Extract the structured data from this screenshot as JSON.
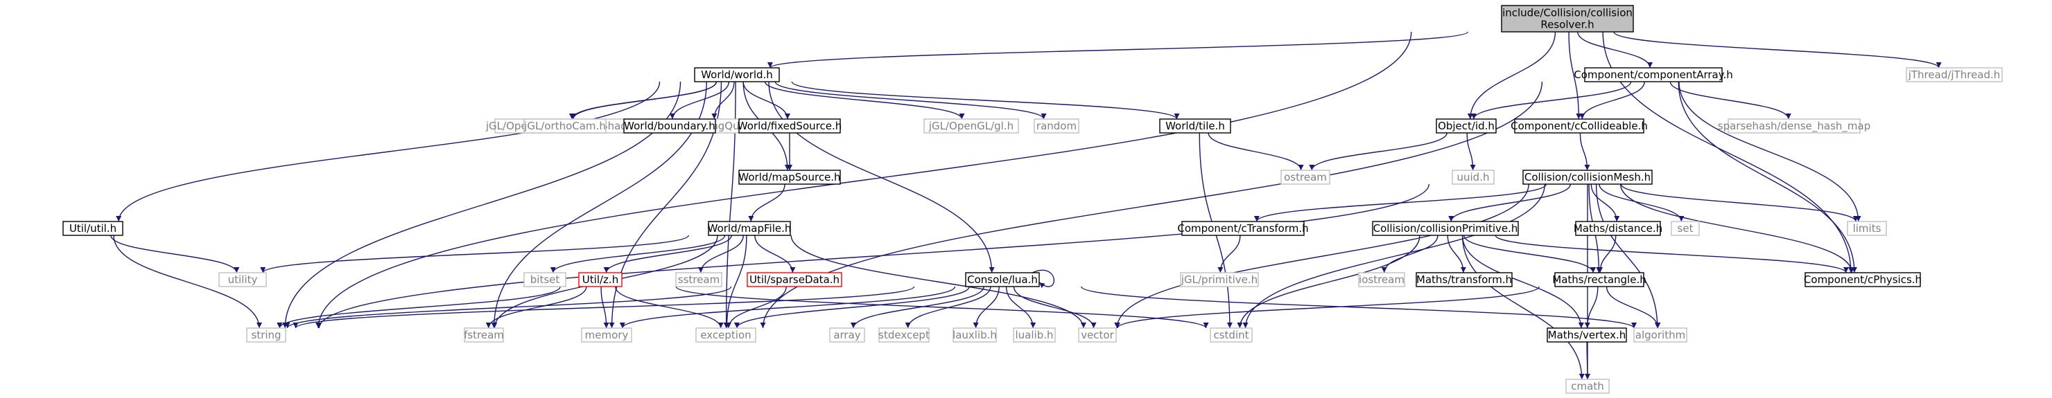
{
  "colors": {
    "edge": "#191970",
    "root_fill": "#bfbfbf",
    "root_border": "#000000",
    "documented_border": "#000000",
    "external_border": "#bfbfbf",
    "external_text": "#808080",
    "incomplete_border": "#ff0000",
    "text": "#000000"
  },
  "nodes": [
    {
      "id": "root",
      "lines": [
        "include/Collision/collision",
        "Resolver.h"
      ],
      "kind": "root"
    },
    {
      "id": "world",
      "lines": [
        "World/world.h"
      ],
      "kind": "documented"
    },
    {
      "id": "componentArray",
      "lines": [
        "Component/componentArray.h"
      ],
      "kind": "documented"
    },
    {
      "id": "jThread",
      "lines": [
        "jThread/jThread.h"
      ],
      "kind": "external"
    },
    {
      "id": "glShader",
      "lines": [
        "jGL/OpenGL/Shader/glShader.h"
      ],
      "kind": "external"
    },
    {
      "id": "marchingQuad",
      "lines": [
        "Shader/marchingQuad.shader"
      ],
      "kind": "external"
    },
    {
      "id": "orthoCam",
      "lines": [
        "jGL/orthoCam.h"
      ],
      "kind": "external"
    },
    {
      "id": "boundary",
      "lines": [
        "World/boundary.h"
      ],
      "kind": "documented"
    },
    {
      "id": "fixedSource",
      "lines": [
        "World/fixedSource.h"
      ],
      "kind": "documented"
    },
    {
      "id": "jglgl",
      "lines": [
        "jGL/OpenGL/gl.h"
      ],
      "kind": "external"
    },
    {
      "id": "random",
      "lines": [
        "random"
      ],
      "kind": "external"
    },
    {
      "id": "tile",
      "lines": [
        "World/tile.h"
      ],
      "kind": "documented"
    },
    {
      "id": "objectId",
      "lines": [
        "Object/id.h"
      ],
      "kind": "documented"
    },
    {
      "id": "cCollideable",
      "lines": [
        "Component/cCollideable.h"
      ],
      "kind": "documented"
    },
    {
      "id": "sparsehash",
      "lines": [
        "sparsehash/dense_hash_map"
      ],
      "kind": "external"
    },
    {
      "id": "mapSource",
      "lines": [
        "World/mapSource.h"
      ],
      "kind": "documented"
    },
    {
      "id": "ostream",
      "lines": [
        "ostream"
      ],
      "kind": "external"
    },
    {
      "id": "uuid",
      "lines": [
        "uuid.h"
      ],
      "kind": "external"
    },
    {
      "id": "collisionMesh",
      "lines": [
        "Collision/collisionMesh.h"
      ],
      "kind": "documented"
    },
    {
      "id": "util",
      "lines": [
        "Util/util.h"
      ],
      "kind": "documented"
    },
    {
      "id": "mapFile",
      "lines": [
        "World/mapFile.h"
      ],
      "kind": "documented"
    },
    {
      "id": "cTransform",
      "lines": [
        "Component/cTransform.h"
      ],
      "kind": "documented"
    },
    {
      "id": "collisionPrimitive",
      "lines": [
        "Collision/collisionPrimitive.h"
      ],
      "kind": "documented"
    },
    {
      "id": "distance",
      "lines": [
        "Maths/distance.h"
      ],
      "kind": "documented"
    },
    {
      "id": "set",
      "lines": [
        "set"
      ],
      "kind": "external"
    },
    {
      "id": "limits",
      "lines": [
        "limits"
      ],
      "kind": "external"
    },
    {
      "id": "cPhysics",
      "lines": [
        "Component/cPhysics.h"
      ],
      "kind": "documented"
    },
    {
      "id": "utility",
      "lines": [
        "utility"
      ],
      "kind": "external"
    },
    {
      "id": "bitset",
      "lines": [
        "bitset"
      ],
      "kind": "external"
    },
    {
      "id": "utilz",
      "lines": [
        "Util/z.h"
      ],
      "kind": "incomplete"
    },
    {
      "id": "sstream",
      "lines": [
        "sstream"
      ],
      "kind": "external"
    },
    {
      "id": "sparseData",
      "lines": [
        "Util/sparseData.h"
      ],
      "kind": "incomplete"
    },
    {
      "id": "lua",
      "lines": [
        "Console/lua.h"
      ],
      "kind": "documented"
    },
    {
      "id": "primitive",
      "lines": [
        "jGL/primitive.h"
      ],
      "kind": "external"
    },
    {
      "id": "iostream",
      "lines": [
        "iostream"
      ],
      "kind": "external"
    },
    {
      "id": "transform",
      "lines": [
        "Maths/transform.h"
      ],
      "kind": "documented"
    },
    {
      "id": "rectangle",
      "lines": [
        "Maths/rectangle.h"
      ],
      "kind": "documented"
    },
    {
      "id": "string",
      "lines": [
        "string"
      ],
      "kind": "external"
    },
    {
      "id": "fstream",
      "lines": [
        "fstream"
      ],
      "kind": "external"
    },
    {
      "id": "memory",
      "lines": [
        "memory"
      ],
      "kind": "external"
    },
    {
      "id": "exception",
      "lines": [
        "exception"
      ],
      "kind": "external"
    },
    {
      "id": "array",
      "lines": [
        "array"
      ],
      "kind": "external"
    },
    {
      "id": "stdexcept",
      "lines": [
        "stdexcept"
      ],
      "kind": "external"
    },
    {
      "id": "lauxlib",
      "lines": [
        "lauxlib.h"
      ],
      "kind": "external"
    },
    {
      "id": "lualib",
      "lines": [
        "lualib.h"
      ],
      "kind": "external"
    },
    {
      "id": "vector",
      "lines": [
        "vector"
      ],
      "kind": "external"
    },
    {
      "id": "cstdint",
      "lines": [
        "cstdint"
      ],
      "kind": "external"
    },
    {
      "id": "algorithm",
      "lines": [
        "algorithm"
      ],
      "kind": "external"
    },
    {
      "id": "vertex",
      "lines": [
        "Maths/vertex.h"
      ],
      "kind": "documented"
    },
    {
      "id": "cmath",
      "lines": [
        "cmath"
      ],
      "kind": "external"
    }
  ],
  "edges": [
    [
      "root",
      "world"
    ],
    [
      "root",
      "componentArray"
    ],
    [
      "root",
      "jThread"
    ],
    [
      "root",
      "objectId"
    ],
    [
      "root",
      "cCollideable"
    ],
    [
      "root",
      "cPhysics"
    ],
    [
      "root",
      "string"
    ],
    [
      "world",
      "glShader"
    ],
    [
      "world",
      "marchingQuad"
    ],
    [
      "world",
      "orthoCam"
    ],
    [
      "world",
      "boundary"
    ],
    [
      "world",
      "fixedSource"
    ],
    [
      "world",
      "jglgl"
    ],
    [
      "world",
      "random"
    ],
    [
      "world",
      "tile"
    ],
    [
      "world",
      "mapSource"
    ],
    [
      "world",
      "util"
    ],
    [
      "world",
      "lua"
    ],
    [
      "world",
      "string"
    ],
    [
      "world",
      "fstream"
    ],
    [
      "world",
      "memory"
    ],
    [
      "world",
      "exception"
    ],
    [
      "componentArray",
      "objectId"
    ],
    [
      "componentArray",
      "cCollideable"
    ],
    [
      "componentArray",
      "sparsehash"
    ],
    [
      "componentArray",
      "limits"
    ],
    [
      "componentArray",
      "cPhysics"
    ],
    [
      "componentArray",
      "exception"
    ],
    [
      "fixedSource",
      "mapSource"
    ],
    [
      "mapSource",
      "mapFile"
    ],
    [
      "tile",
      "ostream"
    ],
    [
      "tile",
      "cstdint"
    ],
    [
      "objectId",
      "ostream"
    ],
    [
      "objectId",
      "uuid"
    ],
    [
      "cCollideable",
      "collisionMesh"
    ],
    [
      "collisionMesh",
      "cTransform"
    ],
    [
      "collisionMesh",
      "collisionPrimitive"
    ],
    [
      "collisionMesh",
      "distance"
    ],
    [
      "collisionMesh",
      "set"
    ],
    [
      "collisionMesh",
      "limits"
    ],
    [
      "collisionMesh",
      "cPhysics"
    ],
    [
      "collisionMesh",
      "rectangle"
    ],
    [
      "collisionMesh",
      "vector"
    ],
    [
      "collisionMesh",
      "cstdint"
    ],
    [
      "collisionMesh",
      "algorithm"
    ],
    [
      "collisionMesh",
      "cmath"
    ],
    [
      "collisionMesh",
      "string"
    ],
    [
      "util",
      "utility"
    ],
    [
      "util",
      "string"
    ],
    [
      "mapFile",
      "utility"
    ],
    [
      "mapFile",
      "bitset"
    ],
    [
      "mapFile",
      "utilz"
    ],
    [
      "mapFile",
      "sstream"
    ],
    [
      "mapFile",
      "sparseData"
    ],
    [
      "mapFile",
      "fstream"
    ],
    [
      "mapFile",
      "exception"
    ],
    [
      "mapFile",
      "vector"
    ],
    [
      "utilz",
      "string"
    ],
    [
      "utilz",
      "fstream"
    ],
    [
      "utilz",
      "memory"
    ],
    [
      "utilz",
      "exception"
    ],
    [
      "utilz",
      "cstdint"
    ],
    [
      "sparseData",
      "exception"
    ],
    [
      "sparseData",
      "string"
    ],
    [
      "lua",
      "lua"
    ],
    [
      "lua",
      "memory"
    ],
    [
      "lua",
      "array"
    ],
    [
      "lua",
      "stdexcept"
    ],
    [
      "lua",
      "lauxlib"
    ],
    [
      "lua",
      "lualib"
    ],
    [
      "lua",
      "vector"
    ],
    [
      "lua",
      "exception"
    ],
    [
      "lua",
      "algorithm"
    ],
    [
      "lua",
      "string"
    ],
    [
      "cTransform",
      "primitive"
    ],
    [
      "collisionPrimitive",
      "iostream"
    ],
    [
      "collisionPrimitive",
      "transform"
    ],
    [
      "collisionPrimitive",
      "rectangle"
    ],
    [
      "collisionPrimitive",
      "vertex"
    ],
    [
      "collisionPrimitive",
      "cPhysics"
    ],
    [
      "collisionPrimitive",
      "cmath"
    ],
    [
      "collisionPrimitive",
      "cstdint"
    ],
    [
      "distance",
      "rectangle"
    ],
    [
      "rectangle",
      "vertex"
    ],
    [
      "rectangle",
      "algorithm"
    ],
    [
      "rectangle",
      "vector"
    ],
    [
      "vertex",
      "cmath"
    ]
  ]
}
